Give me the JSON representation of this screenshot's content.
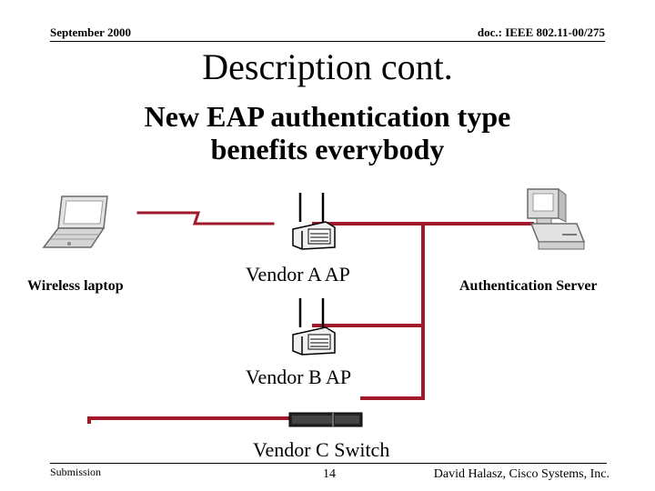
{
  "header": {
    "date": "September 2000",
    "doc_id": "doc.: IEEE 802.11-00/275"
  },
  "slide": {
    "title": "Description cont.",
    "subtitle_line1": "New EAP authentication type",
    "subtitle_line2": "benefits everybody"
  },
  "diagram": {
    "laptop_label": "Wireless laptop",
    "ap_a_label": "Vendor A AP",
    "ap_b_label": "Vendor B AP",
    "switch_label": "Vendor C Switch",
    "server_label": "Authentication Server",
    "line_color": "#a01a2c"
  },
  "footer": {
    "left": "Submission",
    "page": "14",
    "author": "David Halasz, Cisco Systems, Inc."
  }
}
